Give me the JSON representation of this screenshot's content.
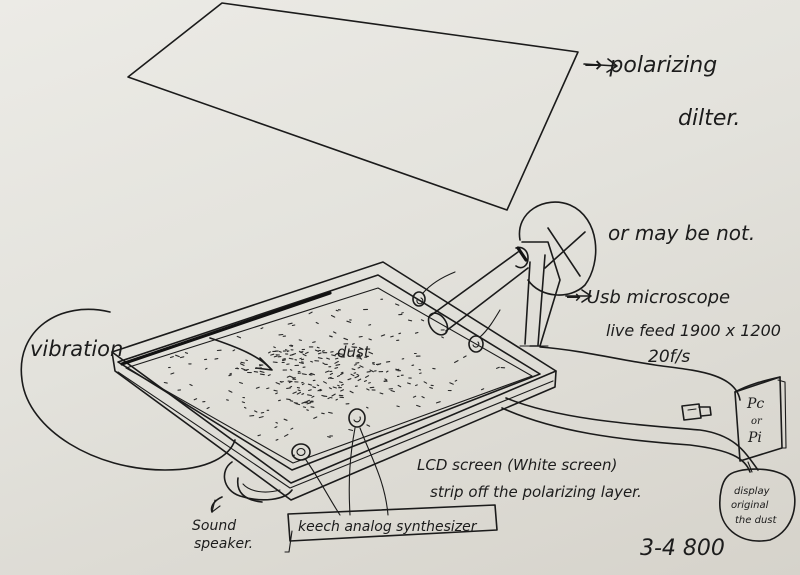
{
  "labels": {
    "polarizing_line1": "→ polarizing",
    "polarizing_line2": "dilter.",
    "or_maybe_not": "or may be not.",
    "usb_microscope": "→ Usb microscope",
    "live_feed": "live feed 1900 x 1200",
    "fps": "20f/s",
    "vibration": "vibration",
    "dust": "dust",
    "lcd_line1": "LCD screen (White screen)",
    "lcd_line2": "strip off the polarizing layer.",
    "sound_line1": "Sound",
    "sound_line2": "speaker.",
    "synth": "keech analog synthesizer",
    "pc_line1": "Pc",
    "pc_line2": "or",
    "pc_line3": "Pi",
    "display_line1": "display",
    "display_line2": "original",
    "display_line3": "the dust",
    "date_note": "3-4 800"
  }
}
